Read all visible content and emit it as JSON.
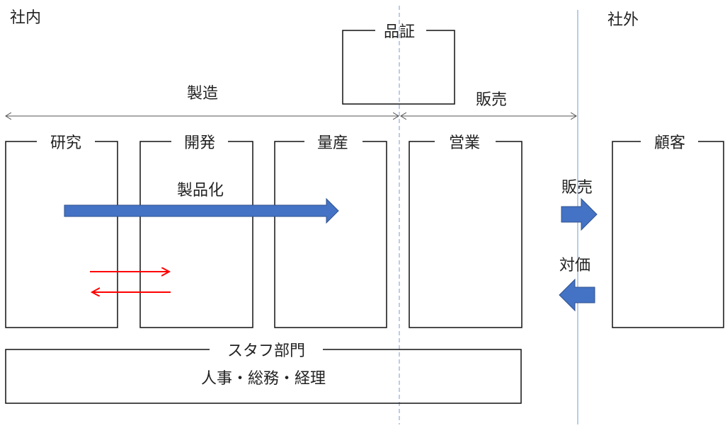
{
  "regions": {
    "inside": "社内",
    "outside": "社外"
  },
  "spans": {
    "manufacturing": "製造",
    "sales": "販売"
  },
  "boxes": {
    "quality": "品証",
    "research": "研究",
    "development": "開発",
    "mass_production": "量産",
    "sales_dept": "営業",
    "customer": "顧客"
  },
  "flows": {
    "productization": "製品化",
    "sell": "販売",
    "payment": "対価"
  },
  "staff": {
    "title": "スタフ部門",
    "members": "人事・総務・経理"
  },
  "colors": {
    "block_arrow": "#4472c4",
    "red_arrow": "#ff0000",
    "divider": "#8eaadb",
    "line": "#111111"
  }
}
